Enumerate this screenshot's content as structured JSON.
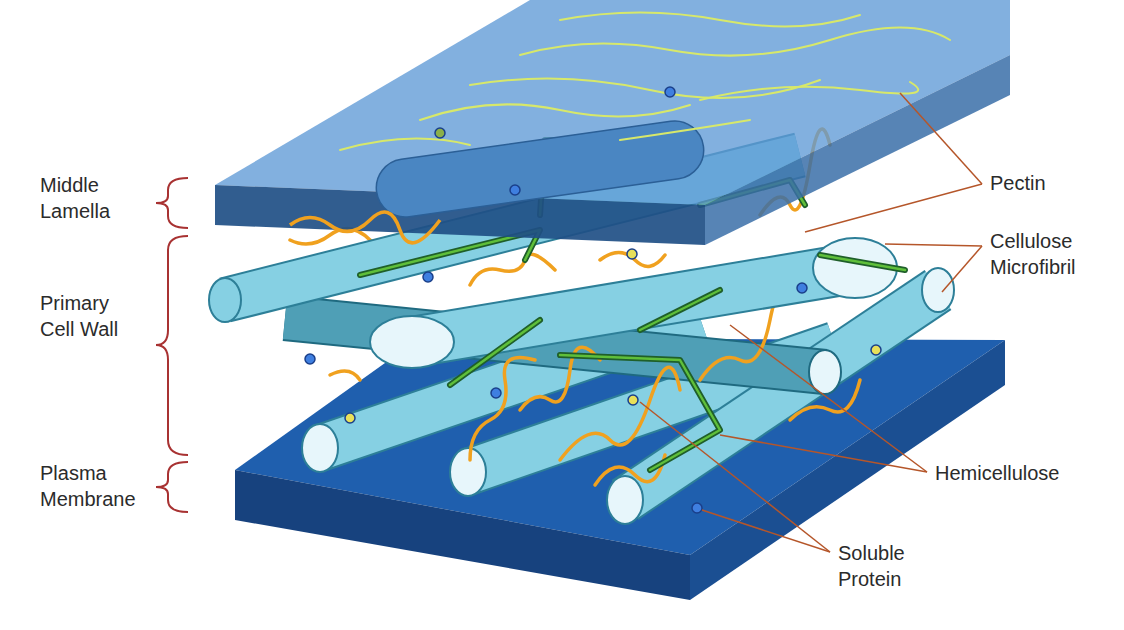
{
  "diagram": {
    "labels": [
      "Middle Lamella",
      "Primary Cell Wall",
      "Plasma Membrane",
      "Pectin",
      "Cellulose Microfibril",
      "Hemicellulose",
      "Soluble Protein"
    ]
  }
}
